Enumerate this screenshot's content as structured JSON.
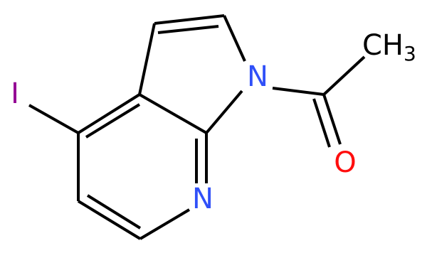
{
  "molecule": {
    "atoms": {
      "iodine": "I",
      "nitrogen_pyrrole": "N",
      "nitrogen_pyridine": "N",
      "oxygen": "O",
      "methyl_main": "CH",
      "methyl_subscript": "3"
    },
    "colors": {
      "iodine": "#940094",
      "nitrogen": "#3050F8",
      "oxygen": "#FF0D0D",
      "carbon": "#000000",
      "bond": "#000000"
    }
  }
}
